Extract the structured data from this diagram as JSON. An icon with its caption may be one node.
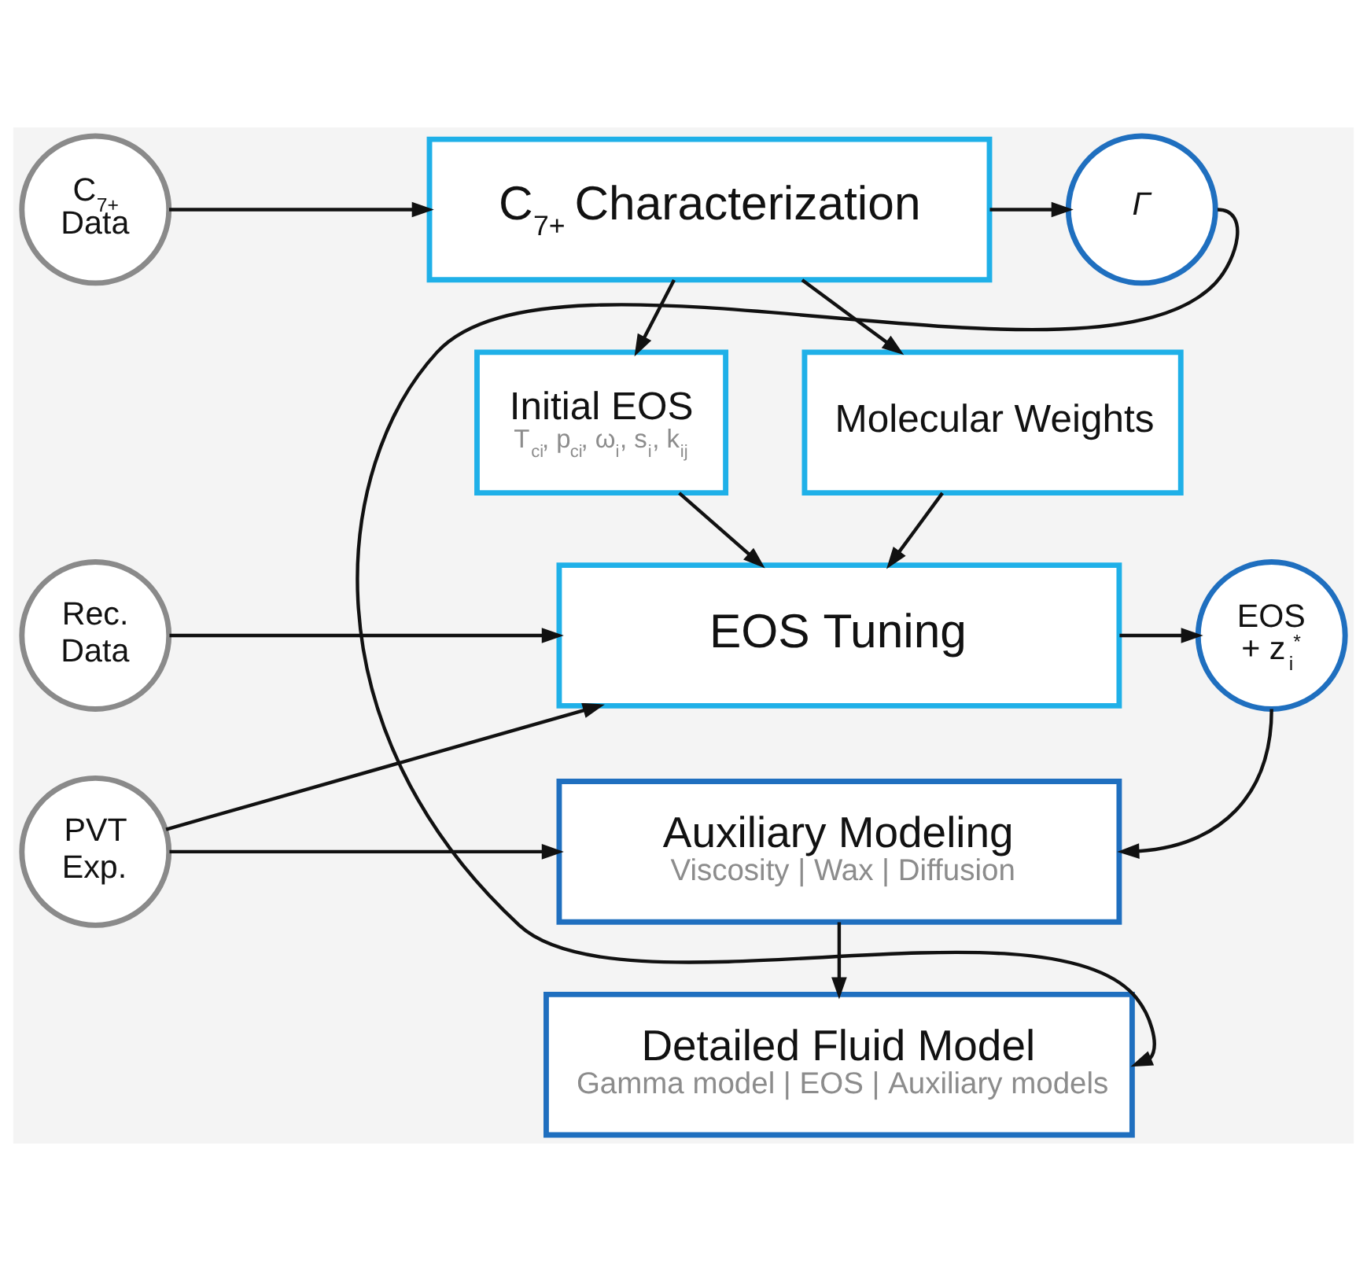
{
  "diagram": {
    "nodes": [
      {
        "text": [
          "C$_{7+}$ Data"
        ]
      },
      {
        "text": [
          "C$_{7+}$ Characterization"
        ]
      },
      {
        "text": [
          "Γ"
        ]
      },
      {
        "text": [
          "Initial EOS",
          "T$_{ci}$, p$_{ci}$, ω$_{i}$, s$_{i}$, k$_{ij}$"
        ]
      },
      {
        "text": [
          "Molecular Weights"
        ]
      },
      {
        "text": [
          "Rec. Data"
        ]
      },
      {
        "text": [
          "EOS Tuning"
        ]
      },
      {
        "text": [
          "PVT Exp."
        ]
      },
      {
        "text": [
          "EOS + z$_{i}$$^{*}$"
        ]
      },
      {
        "text": [
          "Auxiliary Modeling",
          "Viscosity | Wax | Diffusion"
        ]
      },
      {
        "text": [
          "Detailed Fluid Model",
          "Gamma model | EOS | Auxiliary models"
        ]
      }
    ],
    "edges": [
      {
        "from": 0,
        "to": 1,
        "arrow": "to"
      },
      {
        "from": 1,
        "to": 2,
        "arrow": "to"
      },
      {
        "from": 1,
        "to": 3,
        "arrow": "to"
      },
      {
        "from": 1,
        "to": 4,
        "arrow": "to"
      },
      {
        "from": 3,
        "to": 6,
        "arrow": "to"
      },
      {
        "from": 4,
        "to": 6,
        "arrow": "to"
      },
      {
        "from": 5,
        "to": 6,
        "arrow": "to"
      },
      {
        "from": 7,
        "to": 6,
        "arrow": "to"
      },
      {
        "from": 6,
        "to": 8,
        "arrow": "to"
      },
      {
        "from": 7,
        "to": 9,
        "arrow": "to"
      },
      {
        "from": 8,
        "to": 9,
        "arrow": "to"
      },
      {
        "from": 9,
        "to": 10,
        "arrow": "to"
      },
      {
        "from": 2,
        "to": 10,
        "arrow": "to"
      }
    ]
  }
}
